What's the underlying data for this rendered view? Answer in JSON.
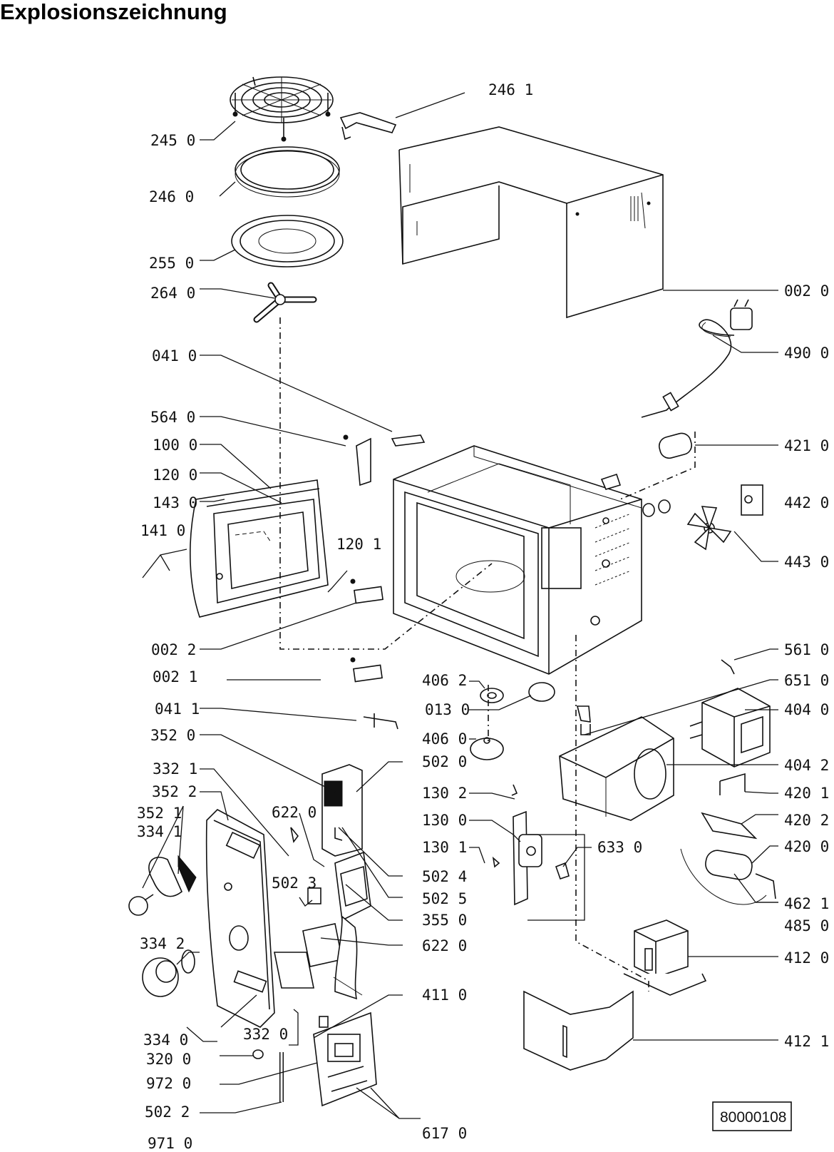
{
  "title": "Explosionszeichnung",
  "drawing_number": "80000108",
  "labels": {
    "l2461": "246 1",
    "l2450": "245 0",
    "l2460": "246 0",
    "l2550": "255 0",
    "l2640": "264 0",
    "l0020": "002 0",
    "l4900": "490 0",
    "l0410": "041 0",
    "l5640": "564 0",
    "l1000": "100 0",
    "l1200": "120 0",
    "l1430": "143 0",
    "l1410": "141 0",
    "l1201": "120 1",
    "l4210": "421 0",
    "l4420": "442 0",
    "l4430": "443 0",
    "l0022": "002 2",
    "l0021": "002 1",
    "l5610": "561 0",
    "l6510": "651 0",
    "l4062": "406 2",
    "l0130": "013 0",
    "l4040": "404 0",
    "l0411": "041 1",
    "l4060": "406 0",
    "l3520": "352 0",
    "l5020": "502 0",
    "l4042": "404 2",
    "l3321": "332 1",
    "l1302": "130 2",
    "l4201": "420 1",
    "l3522": "352 2",
    "l6220a": "622 0",
    "l1300": "130 0",
    "l4202": "420 2",
    "l3521": "352 1",
    "l3341": "334 1",
    "l1301": "130 1",
    "l4200": "420 0",
    "l6330": "633 0",
    "l5024": "502 4",
    "l5023": "502 3",
    "l5025": "502 5",
    "l4621": "462 1",
    "l3550": "355 0",
    "l4850": "485 0",
    "l3342": "334 2",
    "l6220b": "622 0",
    "l4120": "412 0",
    "l4110": "411 0",
    "l3340": "334 0",
    "l3320": "332 0",
    "l4121": "412 1",
    "l3200": "320 0",
    "l9720": "972 0",
    "l5022": "502 2",
    "l6170": "617 0",
    "l9710": "971 0"
  }
}
